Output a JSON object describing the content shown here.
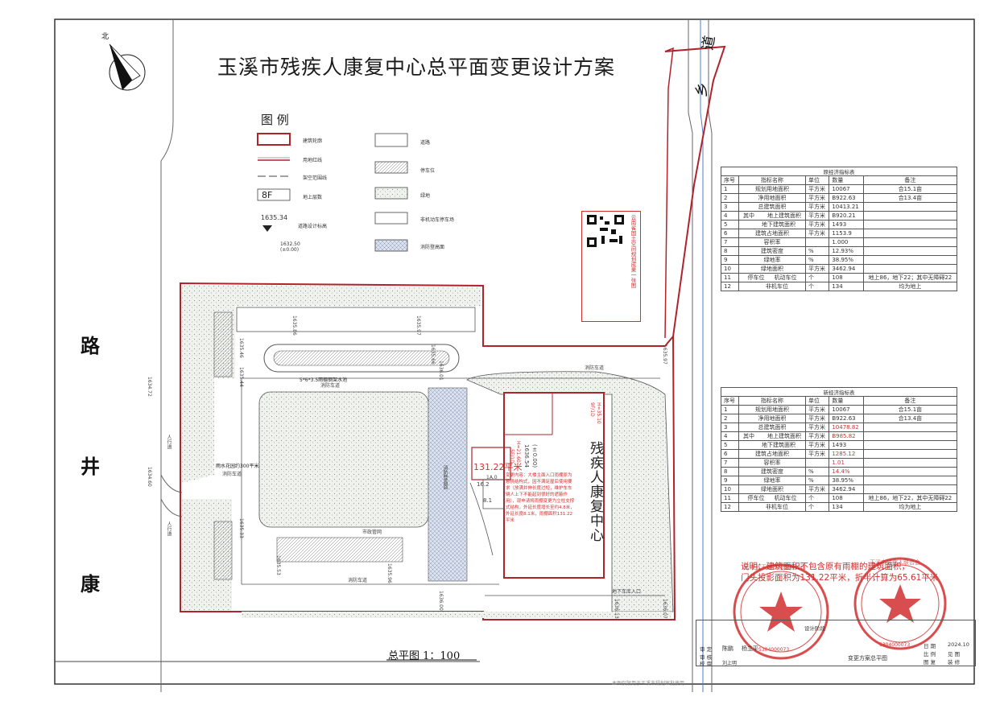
{
  "title": "玉溪市残疾人康复中心总平面变更设计方案",
  "compass_label": "北",
  "legend": {
    "title": "图 例",
    "items": [
      "建筑轮廓",
      "用地红线",
      "架空范围线",
      "地上层数",
      "道路设计标高",
      "道路",
      "停车位",
      "绿地",
      "非机动车停车场",
      "消防登高面"
    ],
    "floor_sample": "8F",
    "elev_sample": "1635.34",
    "elev_pair": [
      "1632.50",
      "(±0.00)"
    ]
  },
  "roads": {
    "main": [
      "康",
      "井",
      "路"
    ],
    "side": [
      "乡",
      "道"
    ]
  },
  "site": {
    "building_name": "残疾人康复中心",
    "building_elev": [
      "1636.54",
      "(±0.00)"
    ],
    "building_floors": [
      "5F/1D",
      "H=21.60",
      "9F/1D",
      "H=35.10"
    ],
    "area_label": "131.22平米",
    "note": "变更内容：大楼主面入口雨棚原为悬挑结构式，因不满足屋后使用要求（放满并伸长度过短，维护车车辆人上下不能起到很好的遮蔽作用），现申请将雨棚变更为立柱支撑式结构，外延长度增长至约4.8米，外延长度8.1米，雨棚面积131.22平米",
    "dims": [
      "16.2",
      "8.1",
      "1A.0"
    ],
    "road_labels": [
      "消防车道",
      "消防车道",
      "消防车道",
      "消防车道",
      "人行道",
      "人行道"
    ],
    "plaza_labels": [
      "5*6*3.5雨棚钢架水池",
      "雨水花园约300平米",
      "市政管网",
      "消防登高面"
    ],
    "elevations": [
      "1635.86",
      "1635.97",
      "1635.46",
      "1635.44",
      "1634.72",
      "1634.60",
      "1635.33",
      "1635.66",
      "1636.01",
      "1635.96",
      "1635.53",
      "1636.00",
      "1636.13",
      "1636.07",
      "1635.97"
    ],
    "parking_label": "地下车库入口",
    "scale_text": "总平图  1：100"
  },
  "table_old": {
    "caption": "原经济指标表",
    "headers": [
      "序号",
      "指标名称",
      "单位",
      "数量",
      "备注"
    ],
    "rows": [
      [
        "1",
        "规划用地面积",
        "平方米",
        "10067",
        "合15.1亩"
      ],
      [
        "2",
        "净用地面积",
        "平方米",
        "B922.63",
        "合13.4亩"
      ],
      [
        "3",
        "总建筑面积",
        "平方米",
        "10413.21",
        ""
      ],
      [
        "4",
        "地上建筑面积",
        "平方米",
        "B920.21",
        ""
      ],
      [
        "5",
        "地下建筑面积",
        "平方米",
        "1493",
        ""
      ],
      [
        "6",
        "建筑占地面积",
        "平方米",
        "1153.9",
        ""
      ],
      [
        "7",
        "容积率",
        "",
        "1.000",
        ""
      ],
      [
        "8",
        "建筑密度",
        "%",
        "12.93%",
        ""
      ],
      [
        "9",
        "绿地率",
        "%",
        "38.95%",
        ""
      ],
      [
        "10",
        "绿地面积",
        "平方米",
        "3462.94",
        ""
      ],
      [
        "11",
        "机动车位",
        "个",
        "108",
        "地上86，地下22；其中无障碍22"
      ],
      [
        "12",
        "非机车位",
        "个",
        "134",
        "均为地上"
      ]
    ],
    "group_label_qizhong": "其中",
    "group_label_tingche": "停车位"
  },
  "table_new": {
    "caption": "新经济指标表",
    "headers": [
      "序号",
      "指标名称",
      "单位",
      "数量",
      "备注"
    ],
    "rows": [
      [
        "1",
        "规划用地面积",
        "平方米",
        "10067",
        "合15.1亩"
      ],
      [
        "2",
        "净用地面积",
        "平方米",
        "B922.63",
        "合13.4亩"
      ],
      [
        "3",
        "总建筑面积",
        "平方米",
        "10478.82",
        ""
      ],
      [
        "4",
        "地上建筑面积",
        "平方米",
        "B985.82",
        ""
      ],
      [
        "5",
        "地下建筑面积",
        "平方米",
        "1493",
        ""
      ],
      [
        "6",
        "建筑占地面积",
        "平方米",
        "1285.12",
        ""
      ],
      [
        "7",
        "容积率",
        "",
        "1.01",
        ""
      ],
      [
        "8",
        "建筑密度",
        "%",
        "14.4%",
        ""
      ],
      [
        "9",
        "绿地率",
        "%",
        "38.95%",
        ""
      ],
      [
        "10",
        "绿地面积",
        "平方米",
        "3462.94",
        ""
      ],
      [
        "11",
        "机动车位",
        "个",
        "108",
        "地上86，地下22，其中无障碍22"
      ],
      [
        "12",
        "非机车位",
        "个",
        "134",
        "均为地上"
      ]
    ],
    "changed_rows": [
      2,
      3,
      5,
      6,
      7
    ],
    "group_label_qizhong": "其中",
    "group_label_tingche": "停车位"
  },
  "instruction": {
    "line1": "说明：建筑面积不包含原有雨棚的建筑面积，",
    "line2": "门头投影面积为131.22平米，折半计算为65.61平米"
  },
  "title_block": {
    "approve": "审 定",
    "review": "审 核",
    "check": "校 审",
    "design_item": "设计阶段",
    "drawing_name": "变更方案总平图",
    "date_label": "日 期",
    "date": "2024.10",
    "scale_label": "比 例",
    "scale_value": "见 图",
    "sheet_label": "图 复",
    "sheet_value": "装 修",
    "names": [
      "陈鹏",
      "杨立平",
      "刘上明"
    ]
  },
  "seals": {
    "left_text": "云南省玉溪建设有限公司",
    "right_text": "玉溪市残疾人联合会",
    "code": "5304000073"
  },
  "qr_stamp_text": "云南省国土空间规划成果一张图",
  "footer": "本图仅限用于玉溪市规划审批使用"
}
